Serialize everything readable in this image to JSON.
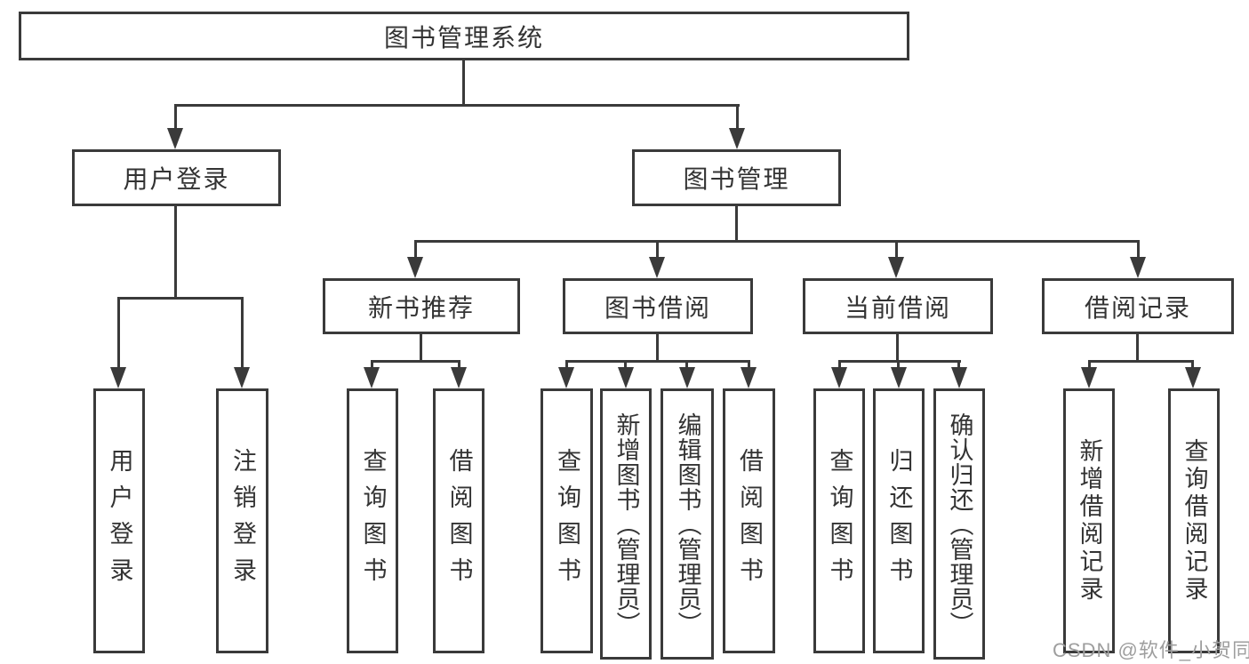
{
  "diagram": {
    "title": "图书管理系统",
    "root": {
      "label": "图书管理系统"
    },
    "level2": [
      {
        "label": "用户登录"
      },
      {
        "label": "图书管理"
      }
    ],
    "level3": [
      {
        "label": "新书推荐"
      },
      {
        "label": "图书借阅"
      },
      {
        "label": "当前借阅"
      },
      {
        "label": "借阅记录"
      }
    ],
    "leaves": [
      {
        "label": "用户登录"
      },
      {
        "label": "注销登录"
      },
      {
        "label": "查询图书"
      },
      {
        "label": "借阅图书"
      },
      {
        "label": "查询图书"
      },
      {
        "label": "新增图书（管理员）"
      },
      {
        "label": "编辑图书（管理员）"
      },
      {
        "label": "借阅图书"
      },
      {
        "label": "查询图书"
      },
      {
        "label": "归还图书"
      },
      {
        "label": "确认归还（管理员）"
      },
      {
        "label": "新增借阅记录"
      },
      {
        "label": "查询借阅记录"
      }
    ],
    "colors": {
      "border": "#3a3a3a",
      "text": "#333333",
      "background": "#ffffff",
      "watermark_gray": "#9e9e9e"
    }
  },
  "watermark": {
    "text": "CSDN @软件_小贺同学"
  }
}
